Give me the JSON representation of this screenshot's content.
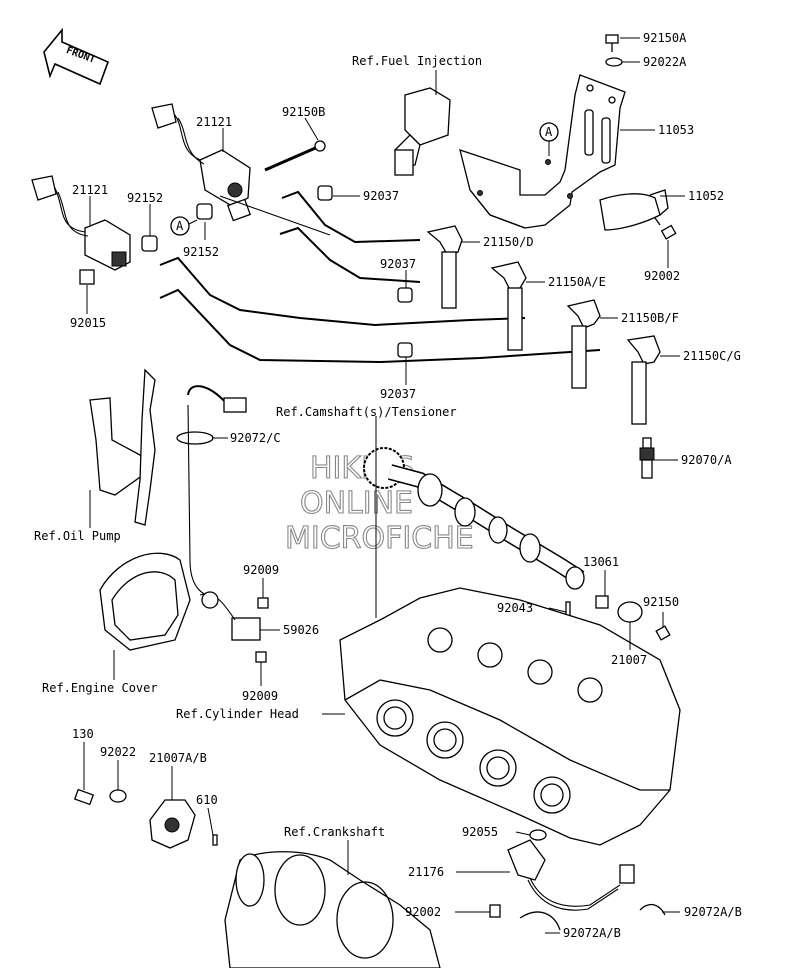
{
  "diagram": {
    "orientation_label": "FRONT",
    "watermark": [
      "HIKM'S",
      "ONLINE",
      "MICROFICHE"
    ],
    "part_labels": [
      {
        "id": "p1",
        "text": "92150A"
      },
      {
        "id": "p2",
        "text": "92022A"
      },
      {
        "id": "p3",
        "text": "Ref.Fuel Injection"
      },
      {
        "id": "p4",
        "text": "11053"
      },
      {
        "id": "p5",
        "text": "11052"
      },
      {
        "id": "p6",
        "text": "21121"
      },
      {
        "id": "p7",
        "text": "92150B"
      },
      {
        "id": "p8",
        "text": "21121"
      },
      {
        "id": "p9",
        "text": "92152"
      },
      {
        "id": "p10",
        "text": "92037"
      },
      {
        "id": "p11",
        "text": "92152"
      },
      {
        "id": "p12",
        "text": "21150/D"
      },
      {
        "id": "p13",
        "text": "92037"
      },
      {
        "id": "p14",
        "text": "21150A/E"
      },
      {
        "id": "p15",
        "text": "92002"
      },
      {
        "id": "p16",
        "text": "92015"
      },
      {
        "id": "p17",
        "text": "21150B/F"
      },
      {
        "id": "p18",
        "text": "21150C/G"
      },
      {
        "id": "p19",
        "text": "92037"
      },
      {
        "id": "p20",
        "text": "Ref.Camshaft(s)/Tensioner"
      },
      {
        "id": "p21",
        "text": "92072/C"
      },
      {
        "id": "p22",
        "text": "92070/A"
      },
      {
        "id": "p23",
        "text": "Ref.Oil Pump"
      },
      {
        "id": "p24",
        "text": "92009"
      },
      {
        "id": "p25",
        "text": "13061"
      },
      {
        "id": "p26",
        "text": "92150"
      },
      {
        "id": "p27",
        "text": "92043"
      },
      {
        "id": "p28",
        "text": "59026"
      },
      {
        "id": "p29",
        "text": "21007"
      },
      {
        "id": "p30",
        "text": "Ref.Engine Cover"
      },
      {
        "id": "p31",
        "text": "92009"
      },
      {
        "id": "p32",
        "text": "Ref.Cylinder Head"
      },
      {
        "id": "p33",
        "text": "130"
      },
      {
        "id": "p34",
        "text": "92022"
      },
      {
        "id": "p35",
        "text": "21007A/B"
      },
      {
        "id": "p36",
        "text": "610"
      },
      {
        "id": "p37",
        "text": "Ref.Crankshaft"
      },
      {
        "id": "p38",
        "text": "92055"
      },
      {
        "id": "p39",
        "text": "21176"
      },
      {
        "id": "p40",
        "text": "92002"
      },
      {
        "id": "p41",
        "text": "92072A/B"
      },
      {
        "id": "p42",
        "text": "92072A/B"
      }
    ],
    "reference_marks": [
      {
        "id": "a1",
        "text": "A"
      },
      {
        "id": "a2",
        "text": "A"
      }
    ]
  }
}
